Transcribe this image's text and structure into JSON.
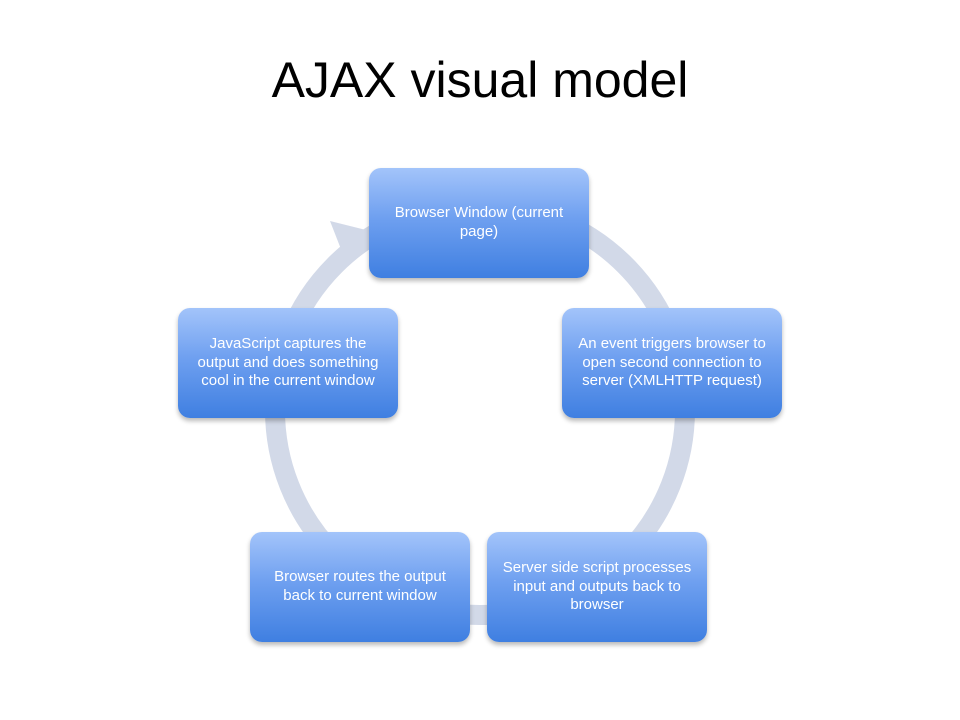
{
  "title": "AJAX visual model",
  "colors": {
    "node_top": "#a3c4fa",
    "node_bottom": "#3f7fe1",
    "ring": "#d2d9e8",
    "node_text": "#ffffff"
  },
  "cycle": {
    "nodes": [
      {
        "text": "Browser Window (current page)"
      },
      {
        "text": "An event triggers browser to open second connection to server (XMLHTTP request)"
      },
      {
        "text": "Server side script processes input and outputs back to browser"
      },
      {
        "text": "Browser routes the output back to current window"
      },
      {
        "text": "JavaScript captures the output and does something cool in the current window"
      }
    ]
  }
}
